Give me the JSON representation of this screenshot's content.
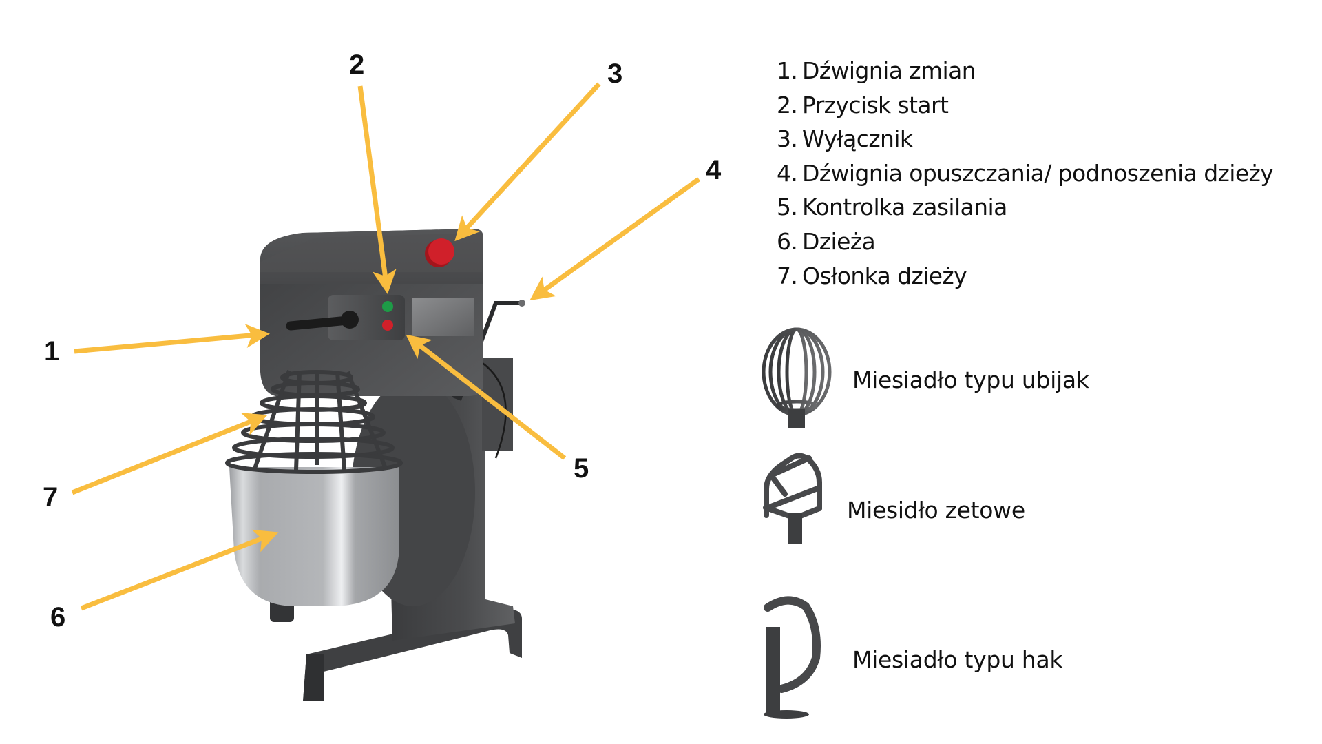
{
  "diagram": {
    "subject": "Planetary mixer parts",
    "callouts": [
      {
        "num": "1",
        "label": "Dźwignia zmian"
      },
      {
        "num": "2",
        "label": "Przycisk start"
      },
      {
        "num": "3",
        "label": "Wyłącznik"
      },
      {
        "num": "4",
        "label": "Dźwignia opuszczania/ podnoszenia dzieży"
      },
      {
        "num": "5",
        "label": "Kontrolka zasilania"
      },
      {
        "num": "6",
        "label": "Dzieża"
      },
      {
        "num": "7",
        "label": "Osłonka dzieży"
      }
    ],
    "legend": [
      {
        "num": "1.",
        "text": "Dźwignia zmian"
      },
      {
        "num": "2.",
        "text": "Przycisk start"
      },
      {
        "num": "3.",
        "text": "Wyłącznik"
      },
      {
        "num": "4.",
        "text": "Dźwignia opuszczania/ podnoszenia dzieży"
      },
      {
        "num": "5.",
        "text": "Kontrolka zasilania"
      },
      {
        "num": "6.",
        "text": "Dzieża"
      },
      {
        "num": "7.",
        "text": "Osłonka dzieży"
      }
    ],
    "tools": [
      {
        "icon": "whisk-icon",
        "label": "Miesiadło typu ubijak"
      },
      {
        "icon": "flat-beater-icon",
        "label": "Miesidło zetowe"
      },
      {
        "icon": "dough-hook-icon",
        "label": "Miesiadło typu hak"
      }
    ],
    "colors": {
      "arrow": "#f9bd3f",
      "body_dark": "#3a3b3d",
      "body_mid": "#58595b",
      "bowl": "#b3b5b8",
      "start_button": "#1e9b47",
      "power_light": "#d0202a",
      "switch": "#d0202a"
    }
  }
}
